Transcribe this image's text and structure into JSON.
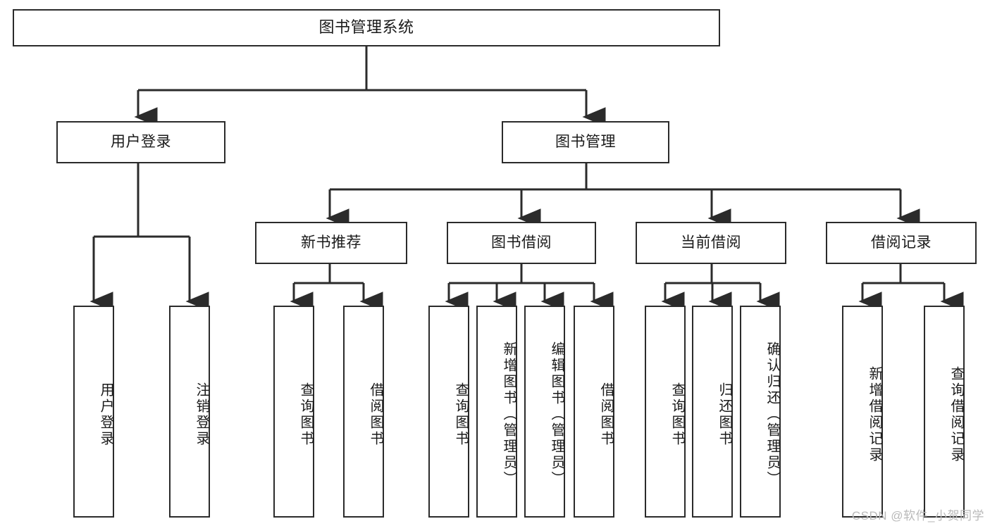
{
  "diagram": {
    "title": "图书管理系统",
    "type": "hierarchy-tree",
    "root": {
      "label": "图书管理系统"
    },
    "level2": [
      {
        "id": "user-login",
        "label": "用户登录"
      },
      {
        "id": "book-manage",
        "label": "图书管理"
      }
    ],
    "level3": [
      {
        "id": "new-book-recommend",
        "label": "新书推荐"
      },
      {
        "id": "book-borrow",
        "label": "图书借阅"
      },
      {
        "id": "current-borrow",
        "label": "当前借阅"
      },
      {
        "id": "borrow-record",
        "label": "借阅记录"
      }
    ],
    "leaves": {
      "user_login": [
        {
          "id": "leaf-user-login",
          "label": "用户登录"
        },
        {
          "id": "leaf-user-logout",
          "label": "注销登录"
        }
      ],
      "new_book_recommend": [
        {
          "id": "leaf-query-book-1",
          "label": "查询图书"
        },
        {
          "id": "leaf-borrow-book-1",
          "label": "借阅图书"
        }
      ],
      "book_borrow": [
        {
          "id": "leaf-query-book-2",
          "label": "查询图书"
        },
        {
          "id": "leaf-add-book",
          "label": "新增图书（管理员）"
        },
        {
          "id": "leaf-edit-book",
          "label": "编辑图书（管理员）"
        },
        {
          "id": "leaf-borrow-book-2",
          "label": "借阅图书"
        }
      ],
      "current_borrow": [
        {
          "id": "leaf-query-book-3",
          "label": "查询图书"
        },
        {
          "id": "leaf-return-book",
          "label": "归还图书"
        },
        {
          "id": "leaf-confirm-return",
          "label": "确认归还（管理员）"
        }
      ],
      "borrow_record": [
        {
          "id": "leaf-add-record",
          "label": "新增借阅记录"
        },
        {
          "id": "leaf-query-record",
          "label": "查询借阅记录"
        }
      ]
    }
  },
  "watermark": {
    "text": "CSDN @软件_小贺同学"
  },
  "colors": {
    "stroke": "#2b2b2b",
    "background": "#ffffff",
    "text": "#1a1a1a",
    "watermark": "#b9b9b9"
  }
}
